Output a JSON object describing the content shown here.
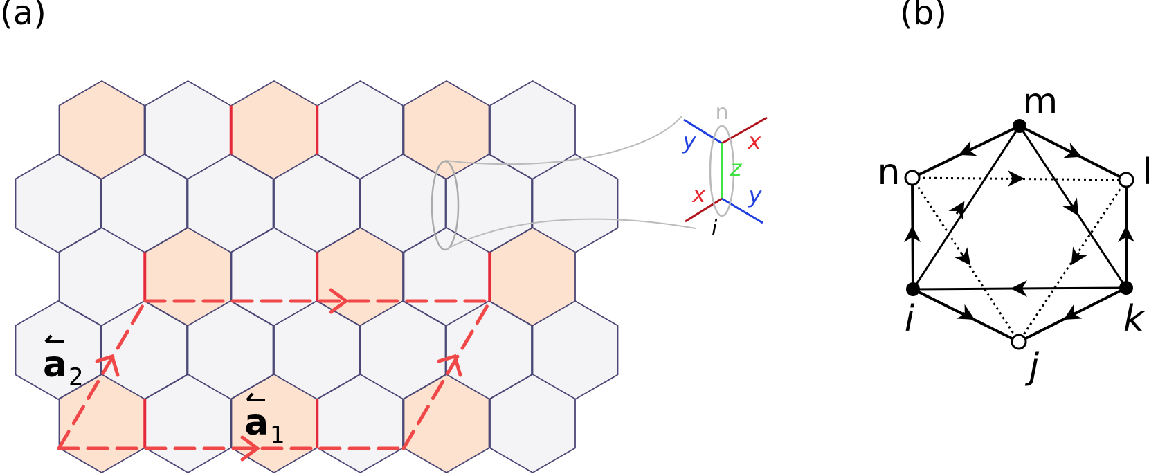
{
  "panel_a": {
    "label": "(a)",
    "vector_a1": {
      "symbol": "a",
      "subscript": "1"
    },
    "vector_a2": {
      "symbol": "a",
      "subscript": "2"
    },
    "inset": {
      "top_site": "n",
      "bottom_site": "i",
      "bond_labels": {
        "x": "x",
        "y": "y",
        "z": "z"
      },
      "colors": {
        "x": "#b0121b",
        "x_label": "#e8242d",
        "y": "#1f3fe0",
        "z": "#3fe33f",
        "site": "#bbbbbb"
      }
    },
    "colors": {
      "shaded_cell": "#fde2cf",
      "plain_cell": "#f4f4f6",
      "cell_edge": "#4a4675",
      "highlight_bond": "#e52a3a",
      "vector": "#f04848"
    }
  },
  "panel_b": {
    "label": "(b)",
    "vertices": {
      "m": "m",
      "n": "n",
      "l": "l",
      "i": "i",
      "j": "j",
      "k": "k"
    },
    "filled_vertices": [
      "m",
      "i",
      "k"
    ],
    "open_vertices": [
      "n",
      "l",
      "j"
    ]
  }
}
